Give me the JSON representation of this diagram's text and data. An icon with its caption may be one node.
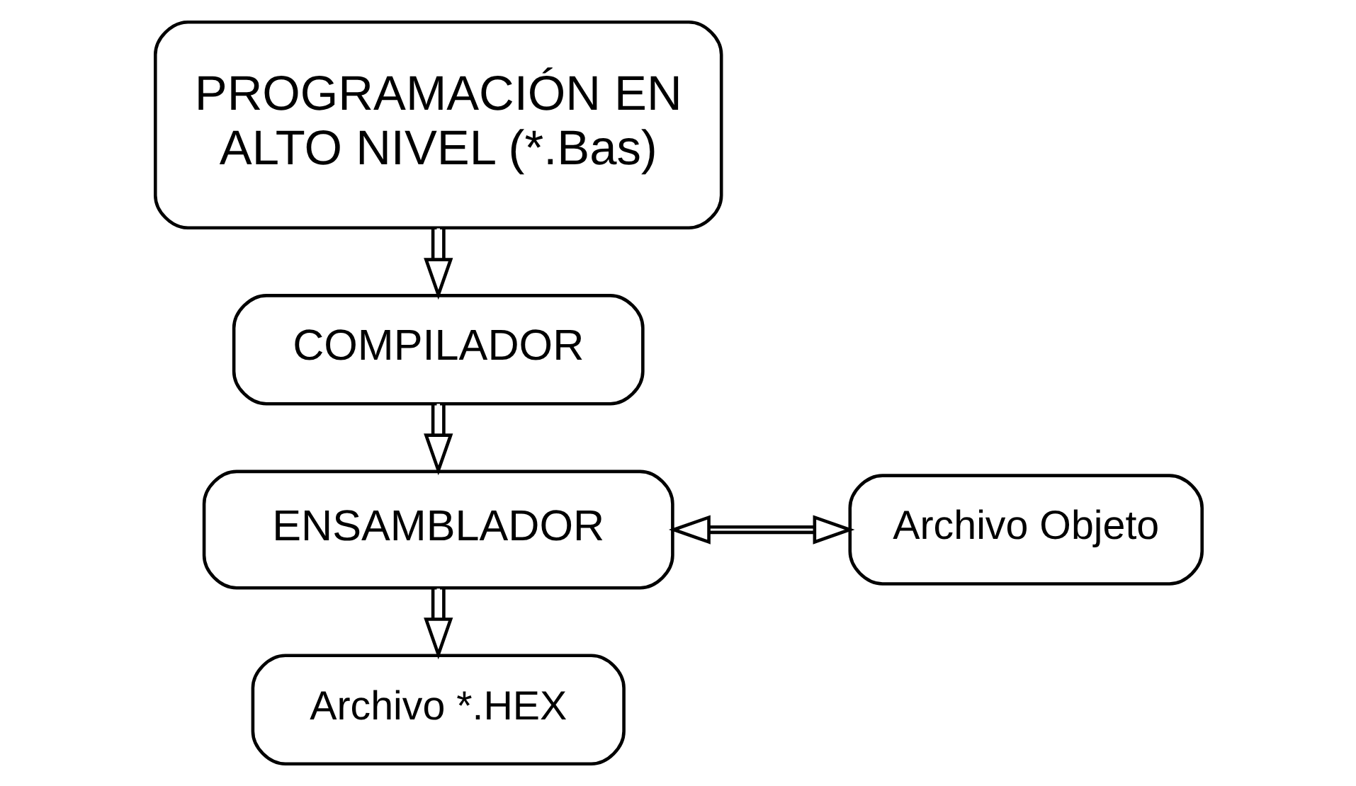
{
  "diagram": {
    "nodes": [
      {
        "text": [
          "PROGRAMACIÓN EN ALTO NIVEL (*.Bas)"
        ]
      },
      {
        "text": [
          "COMPILADOR"
        ]
      },
      {
        "text": [
          "ENSAMBLADOR"
        ]
      },
      {
        "text": [
          "Archivo Objeto"
        ]
      },
      {
        "text": [
          "Archivo *.HEX"
        ]
      }
    ],
    "edges": [
      {
        "from": 0,
        "to": 1,
        "arrow": "to"
      },
      {
        "from": 1,
        "to": 2,
        "arrow": "to"
      },
      {
        "from": 2,
        "to": 3,
        "arrow": "both"
      },
      {
        "from": 2,
        "to": 4,
        "arrow": "to"
      }
    ]
  }
}
